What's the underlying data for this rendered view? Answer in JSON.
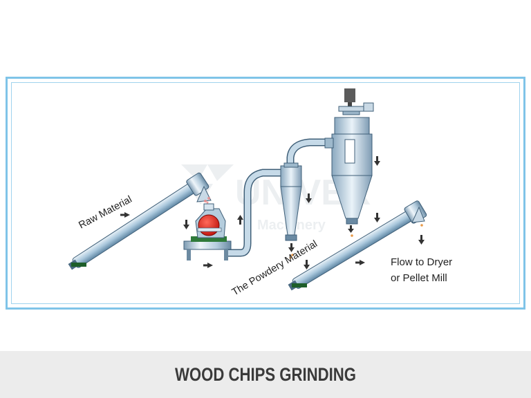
{
  "watermark": {
    "brand": "UNIVER",
    "sub": "Machinery"
  },
  "labels": {
    "raw_material": "Raw Material",
    "powdery_material": "The Powdery Material",
    "flow_line1": "Flow to Dryer",
    "flow_line2": "or Pellet Mill"
  },
  "caption": "WOOD CHIPS GRINDING",
  "colors": {
    "frame_border": "#7fc4e8",
    "conveyor_fill": "#a9c7dc",
    "crusher_red": "#e0221c",
    "caption_bg": "#ececec"
  }
}
